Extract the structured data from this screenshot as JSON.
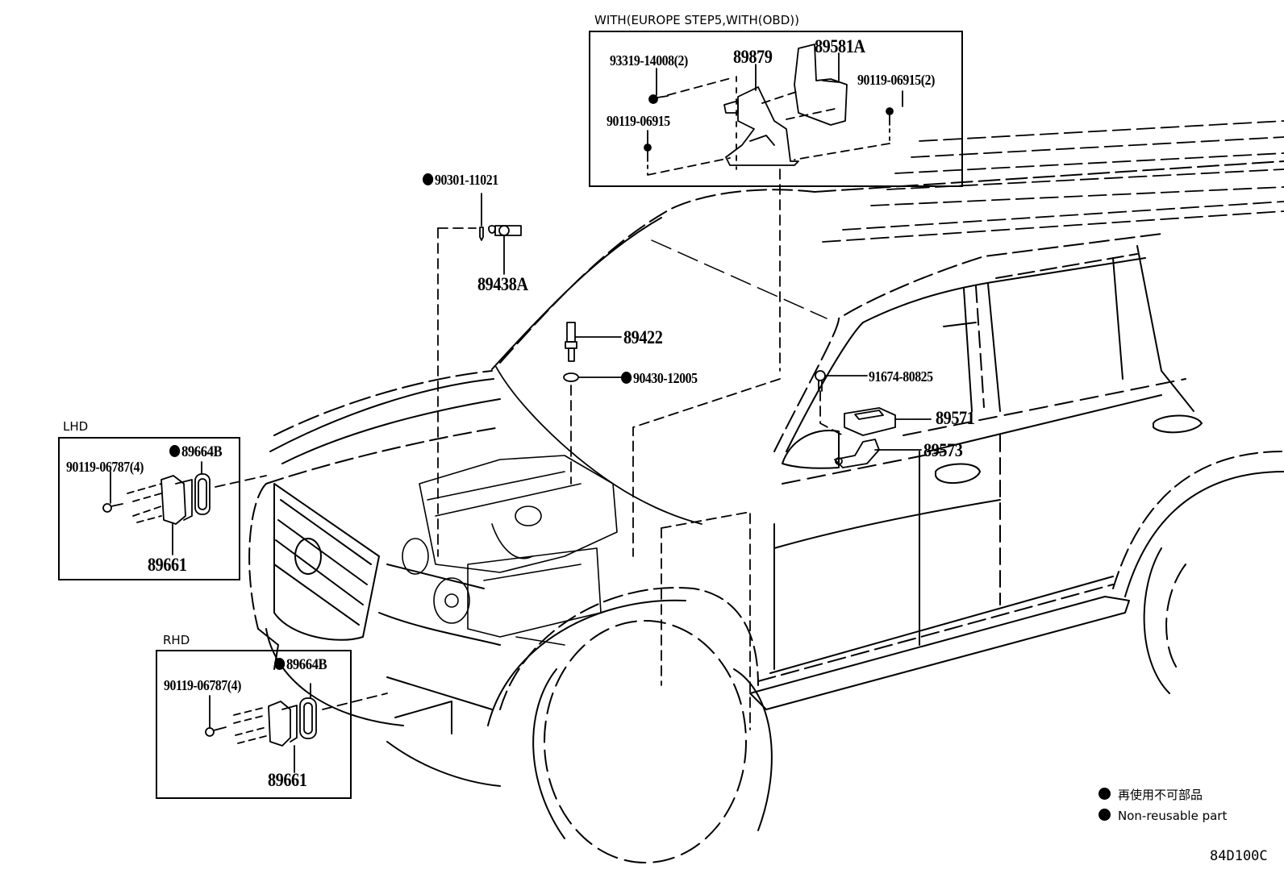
{
  "diagram": {
    "figure_code": "84D100C",
    "insets": {
      "obd": {
        "title": "WITH(EUROPE STEP5,WITH(OBD))",
        "parts": [
          {
            "id": "93319-14008(2)",
            "reusable": true
          },
          {
            "id": "89879",
            "reusable": true
          },
          {
            "id": "89581A",
            "reusable": true
          },
          {
            "id": "90119-06915(2)",
            "reusable": true
          },
          {
            "id": "90119-06915",
            "reusable": true
          }
        ]
      },
      "lhd": {
        "title": "LHD",
        "parts": [
          {
            "id": "89664B",
            "reusable": false
          },
          {
            "id": "90119-06787(4)",
            "reusable": true
          },
          {
            "id": "89661",
            "reusable": true
          }
        ]
      },
      "rhd": {
        "title": "RHD",
        "parts": [
          {
            "id": "89664B",
            "reusable": false
          },
          {
            "id": "90119-06787(4)",
            "reusable": true
          },
          {
            "id": "89661",
            "reusable": true
          }
        ]
      }
    },
    "main_parts": [
      {
        "id": "90301-11021",
        "reusable": false
      },
      {
        "id": "89438A",
        "reusable": true
      },
      {
        "id": "89422",
        "reusable": true
      },
      {
        "id": "90430-12005",
        "reusable": false
      },
      {
        "id": "91674-80825",
        "reusable": true
      },
      {
        "id": "89571",
        "reusable": true
      },
      {
        "id": "89573",
        "reusable": true
      }
    ],
    "legend": {
      "japanese": "再使用不可部品",
      "english": "Non-reusable part"
    }
  }
}
